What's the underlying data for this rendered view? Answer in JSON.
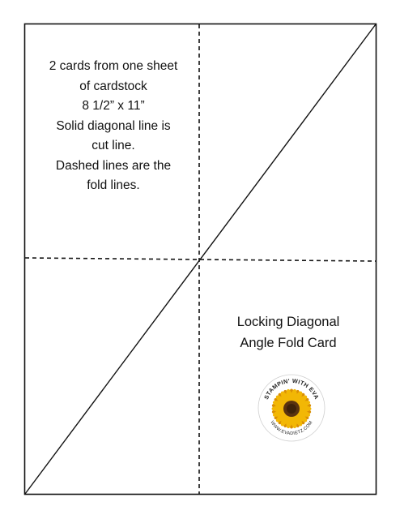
{
  "instructions": {
    "line1": "2 cards from one sheet",
    "line2": "of cardstock",
    "line3": "8 1/2” x 11”",
    "line4": "Solid diagonal line is",
    "line5": "cut line.",
    "line6": "Dashed lines are the",
    "line7": "fold lines."
  },
  "title": {
    "line1": "Locking Diagonal",
    "line2": "Angle Fold Card"
  },
  "logo": {
    "top_text": "STAMPIN' WITH EVA",
    "bottom_text": "WWW.EVADIETZ.COM",
    "icon": "sunflower-icon",
    "petal_color": "#f2b705",
    "center_color": "#5a3310"
  },
  "colors": {
    "line": "#111111",
    "background": "#ffffff"
  }
}
